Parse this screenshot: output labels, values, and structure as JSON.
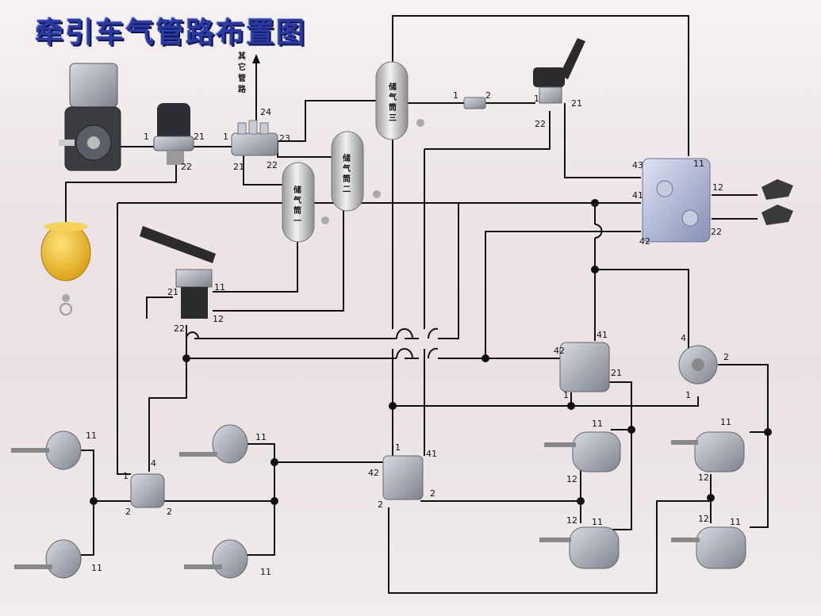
{
  "title": "牵引车气管路布置图",
  "tanks": {
    "tank1": [
      "储",
      "气",
      "筒",
      "一"
    ],
    "tank2": [
      "储",
      "气",
      "筒",
      "二"
    ],
    "tank3": [
      "储",
      "气",
      "筒",
      "三"
    ]
  },
  "other_lines": [
    "其",
    "它",
    "管",
    "路"
  ],
  "port_labels": {
    "dryer_in": "1",
    "dryer_out": "21",
    "dryer_drain": "22",
    "pv_in": "1",
    "pv_24": "24",
    "pv_23": "23",
    "pv_21": "21",
    "pv_22": "22",
    "hand_in": "1",
    "hand_21": "21",
    "hand_22": "22",
    "filter_1": "1",
    "filter_2": "2",
    "trailer_43": "43",
    "trailer_11": "11",
    "trailer_41": "41",
    "trailer_42": "42",
    "trailer_12": "12",
    "trailer_22": "22",
    "foot_21": "21",
    "foot_11": "11",
    "foot_22": "22",
    "foot_12": "12",
    "relay_front_1": "1",
    "relay_front_4": "4",
    "relay_front_2a": "2",
    "relay_front_2b": "2",
    "cham_fl_11": "11",
    "cham_rl_11": "11",
    "cham_fr_11": "11",
    "cham_rr_11": "11",
    "rear_relay_1": "1",
    "rear_relay_41": "41",
    "rear_relay_42": "42",
    "rear_relay_2a": "2",
    "rear_relay_2b": "2",
    "relay_c_41": "41",
    "relay_c_42": "42",
    "relay_c_21": "21",
    "relay_c_1": "1",
    "quick_4": "4",
    "quick_2": "2",
    "quick_1": "1",
    "sb1_11": "11",
    "sb1_12": "12",
    "sb2_12": "12",
    "sb2_11": "11",
    "sb3_11": "11",
    "sb3_12": "12",
    "sb4_12": "12",
    "sb4_11": "11"
  },
  "colors": {
    "line": "#111111",
    "title": "#2a3aa0",
    "tank": "#d4d4d4",
    "yellow": "#f0c020"
  }
}
